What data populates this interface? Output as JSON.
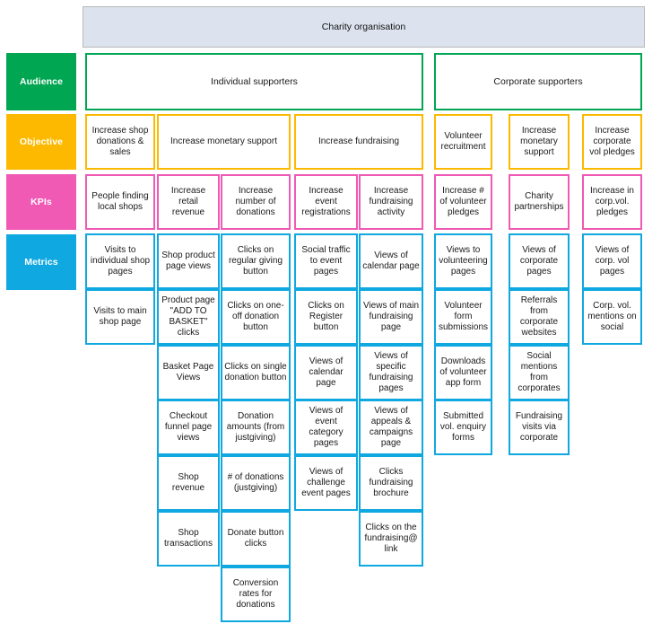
{
  "banner": {
    "title": "Charity organisation"
  },
  "row_labels": {
    "audience": "Audience",
    "objective": "Objective",
    "kpis": "KPIs",
    "metrics": "Metrics"
  },
  "colors": {
    "banner_fill": "#dce3ef",
    "banner_border": "#b8b8b8",
    "audience": "#00a651",
    "objective": "#fcb900",
    "kpis": "#f059b4",
    "metrics": "#0fa8e0",
    "text": "#1a1a1a",
    "label_text": "#ffffff"
  },
  "audience": [
    {
      "label": "Individual supporters"
    },
    {
      "label": "Corporate supporters"
    }
  ],
  "objectives": [
    {
      "label": "Increase shop donations & sales"
    },
    {
      "label": "Increase monetary support"
    },
    {
      "label": "Increase fundraising"
    },
    {
      "label": "Volunteer recruitment"
    },
    {
      "label": "Increase monetary support"
    },
    {
      "label": "Increase corporate vol pledges"
    }
  ],
  "kpis": [
    {
      "label": "People finding local shops"
    },
    {
      "label": "Increase retail revenue"
    },
    {
      "label": "Increase number of donations"
    },
    {
      "label": "Increase event registrations"
    },
    {
      "label": "Increase fundraising activity"
    },
    {
      "label": "Increase # of volunteer pledges"
    },
    {
      "label": "Charity partnerships"
    },
    {
      "label": "Increase in corp.vol. pledges"
    }
  ],
  "metrics_columns": [
    {
      "kpi": "People finding local shops",
      "items": [
        "Visits to individual shop pages",
        "Visits to main shop page"
      ]
    },
    {
      "kpi": "Increase retail revenue",
      "items": [
        "Shop product page views",
        "Product page \"ADD TO BASKET\" clicks",
        "Basket Page Views",
        "Checkout funnel page views",
        "Shop revenue",
        "Shop transactions"
      ]
    },
    {
      "kpi": "Increase number of donations",
      "items": [
        "Clicks on regular giving button",
        "Clicks on one-off donation button",
        "Clicks on single donation button",
        "Donation amounts (from justgiving)",
        "# of donations (justgiving)",
        "Donate button clicks",
        "Conversion rates for donations"
      ]
    },
    {
      "kpi": "Increase event registrations",
      "items": [
        "Social traffic to event pages",
        "Clicks on Register button",
        "Views of calendar page",
        "Views of event category pages",
        "Views of challenge event pages"
      ]
    },
    {
      "kpi": "Increase fundraising activity",
      "items": [
        "Views of calendar page",
        "Views of main fundraising page",
        "Views of specific fundraising pages",
        "Views of appeals & campaigns page",
        "Clicks fundraising brochure",
        "Clicks on the fundraising@ link"
      ]
    },
    {
      "kpi": "Increase # of volunteer pledges",
      "items": [
        "Views to volunteering pages",
        "Volunteer form submissions",
        "Downloads of volunteer app form",
        "Submitted vol. enquiry forms"
      ]
    },
    {
      "kpi": "Charity partnerships",
      "items": [
        "Views of corporate pages",
        "Referrals from corporate websites",
        "Social mentions from corporates",
        "Fundraising visits via corporate"
      ]
    },
    {
      "kpi": "Increase in corp.vol. pledges",
      "items": [
        "Views of corp. vol pages",
        "Corp. vol. mentions on social"
      ]
    }
  ],
  "layout": {
    "columns_x": [
      95,
      175,
      246,
      328,
      400,
      484,
      567,
      649
    ],
    "columns_w": [
      78,
      70,
      78,
      71,
      72,
      65,
      68,
      67
    ],
    "metric_row_tops": [
      260,
      322,
      384,
      445,
      507,
      569,
      631
    ],
    "metric_row_h": 62
  }
}
